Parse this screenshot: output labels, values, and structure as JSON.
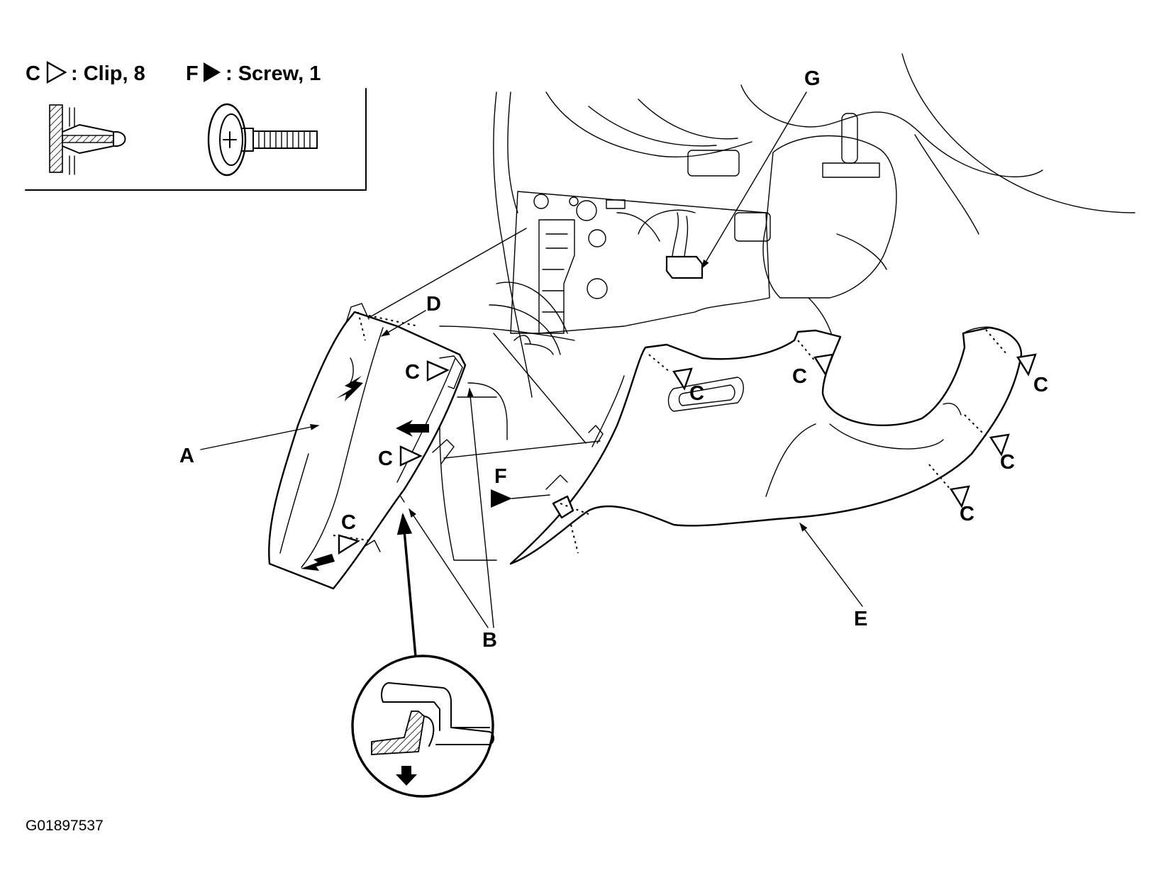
{
  "legend": {
    "clip_letter": "C",
    "clip_text": ": Clip, 8",
    "screw_letter": "F",
    "screw_text": ": Screw, 1"
  },
  "labels": {
    "a": "A",
    "b": "B",
    "c": "C",
    "d": "D",
    "e": "E",
    "f": "F",
    "g": "G"
  },
  "figure_code": "G01897537"
}
